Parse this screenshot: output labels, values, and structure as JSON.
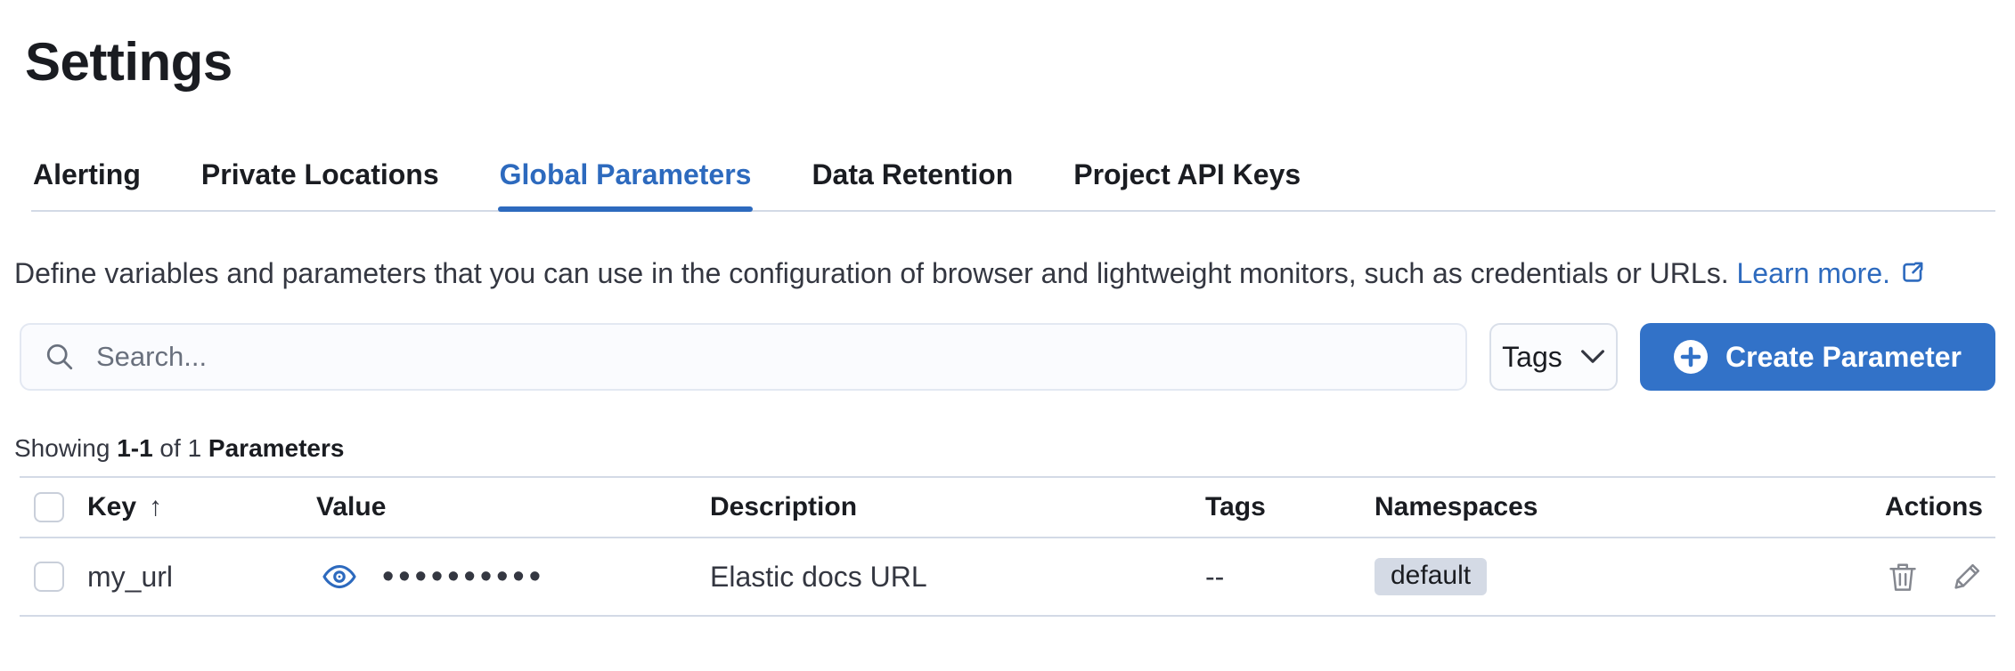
{
  "page": {
    "title": "Settings"
  },
  "tabs": {
    "active": "Global Parameters",
    "items": [
      {
        "label": "Alerting"
      },
      {
        "label": "Private Locations"
      },
      {
        "label": "Global Parameters"
      },
      {
        "label": "Data Retention"
      },
      {
        "label": "Project API Keys"
      }
    ]
  },
  "intro": {
    "text": "Define variables and parameters that you can use in the configuration of browser and lightweight monitors, such as credentials or URLs.",
    "link_label": "Learn more."
  },
  "toolbar": {
    "search_placeholder": "Search...",
    "tags_button_label": "Tags",
    "create_button_label": "Create Parameter"
  },
  "summary": {
    "showing": "Showing ",
    "range": "1-1",
    "of": " of 1 ",
    "entity": "Parameters"
  },
  "table": {
    "headers": {
      "key": "Key",
      "value": "Value",
      "description": "Description",
      "tags": "Tags",
      "namespaces": "Namespaces",
      "actions": "Actions"
    },
    "sort": {
      "column": "Key",
      "direction": "ascending",
      "indicator": "↑"
    },
    "rows": [
      {
        "key": "my_url",
        "value_masked": "••••••••••",
        "description": "Elastic docs URL",
        "tags": "--",
        "namespace_badge": "default"
      }
    ]
  },
  "icons": {
    "search": "magnifier",
    "tags_dropdown": "chevron-down",
    "create": "plus-in-circle",
    "learn_more": "external-link",
    "value_reveal": "eye",
    "row_delete": "trash",
    "row_edit": "pencil"
  },
  "colors": {
    "primary_button": "#3272c8",
    "link": "#2d6abe",
    "tab_active": "#2d6abe",
    "badge_bg": "#d4dae5",
    "divider": "#d3dae6",
    "heading_text": "#1a1c21",
    "body_text": "#343741"
  }
}
